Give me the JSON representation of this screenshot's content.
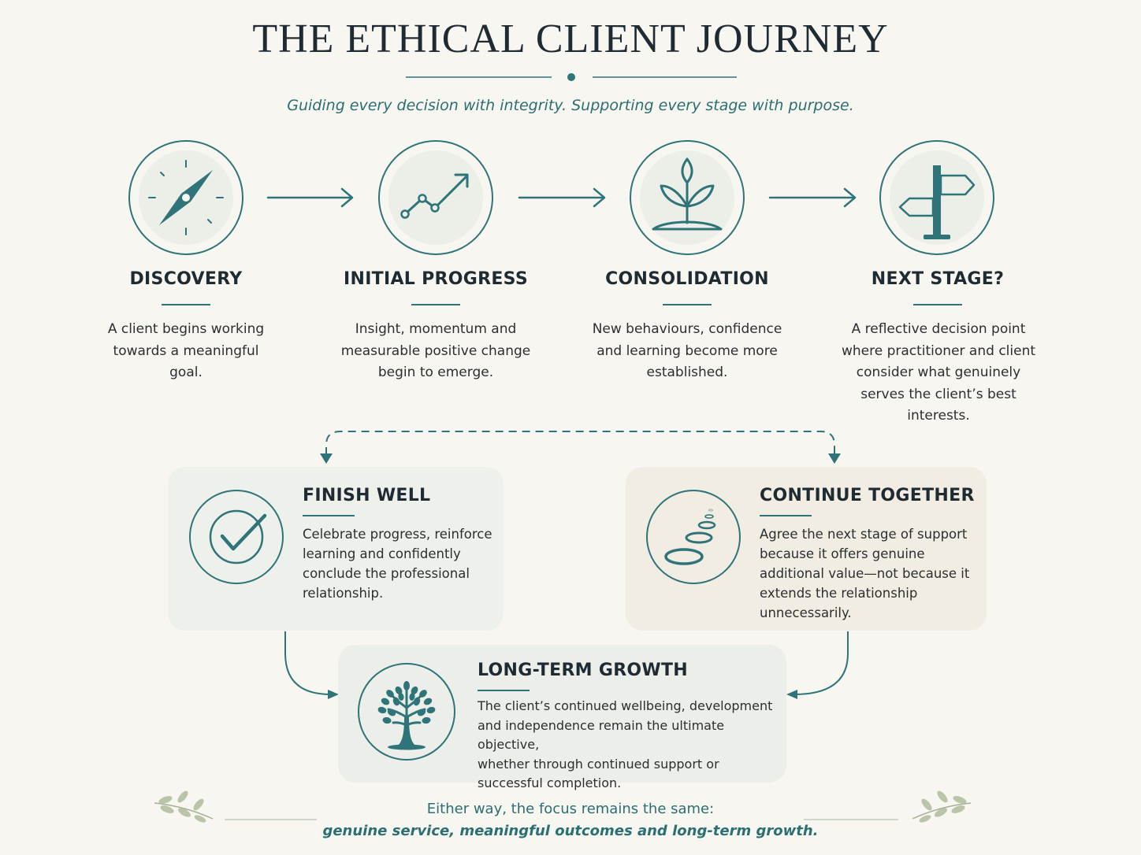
{
  "header": {
    "title": "THE ETHICAL CLIENT JOURNEY",
    "subtitle": "Guiding every decision with integrity. Supporting every stage with purpose."
  },
  "stages": [
    {
      "title": "DISCOVERY",
      "icon": "compass-icon",
      "lines": [
        "A client begins working",
        "towards a meaningful",
        "goal."
      ]
    },
    {
      "title": "INITIAL PROGRESS",
      "icon": "trend-up-icon",
      "lines": [
        "Insight, momentum and",
        "measurable positive change",
        "begin to emerge."
      ]
    },
    {
      "title": "CONSOLIDATION",
      "icon": "sprout-icon",
      "lines": [
        "New behaviours, confidence",
        "and learning become more",
        "established."
      ]
    },
    {
      "title": "NEXT STAGE?",
      "icon": "signpost-icon",
      "lines": [
        "A reflective decision point",
        "where practitioner and client",
        "consider what genuinely",
        "serves the client’s best",
        "interests."
      ]
    }
  ],
  "outcomes": {
    "finish": {
      "title": "FINISH WELL",
      "icon": "checkmark-icon",
      "lines": [
        "Celebrate progress, reinforce",
        "learning and confidently",
        "conclude the professional",
        "relationship."
      ]
    },
    "continue": {
      "title": "CONTINUE TOGETHER",
      "icon": "stacked-stones-icon",
      "lines": [
        "Agree the next stage of support",
        "because it offers genuine",
        "additional value—not because it",
        "extends the relationship",
        "unnecessarily."
      ]
    },
    "growth": {
      "title": "LONG-TERM GROWTH",
      "icon": "tree-icon",
      "lines": [
        "The client’s continued wellbeing, development",
        "and independence remain the ultimate objective,",
        "whether through continued support or",
        "successful completion."
      ]
    }
  },
  "footer": {
    "line1": "Either way, the focus remains the same:",
    "line2": "genuine service, meaningful outcomes and long-term growth."
  },
  "colors": {
    "background": "#f8f6f1",
    "accent": "#2e7478",
    "title": "#1f2b33",
    "icon_fill": "#eceee8",
    "leaf": "#b9c4a9"
  }
}
